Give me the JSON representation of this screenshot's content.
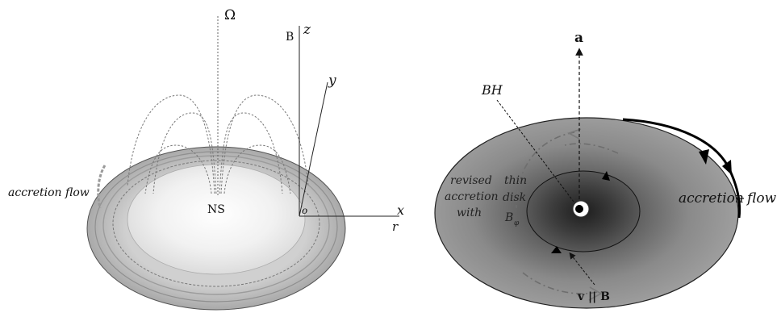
{
  "left_panel": {
    "omega_label": "Ω",
    "b_label": "B",
    "z_label": "z",
    "y_label": "y",
    "x_label": "x",
    "r_label": "r",
    "origin_label": "o",
    "ns_label": "NS",
    "accretion_flow_label": "accretion flow"
  },
  "right_panel": {
    "a_label": "a",
    "bh_label": "BH",
    "revised_label_lines": [
      "revised",
      "accretion",
      "with"
    ],
    "thin_disk_lines": [
      "thin",
      "disk"
    ],
    "b_phi_label": "B",
    "b_phi_sub": "φ",
    "v_parallel_b_label": "v || B",
    "accretion_label": "accretion",
    "flow_label": "flow"
  }
}
